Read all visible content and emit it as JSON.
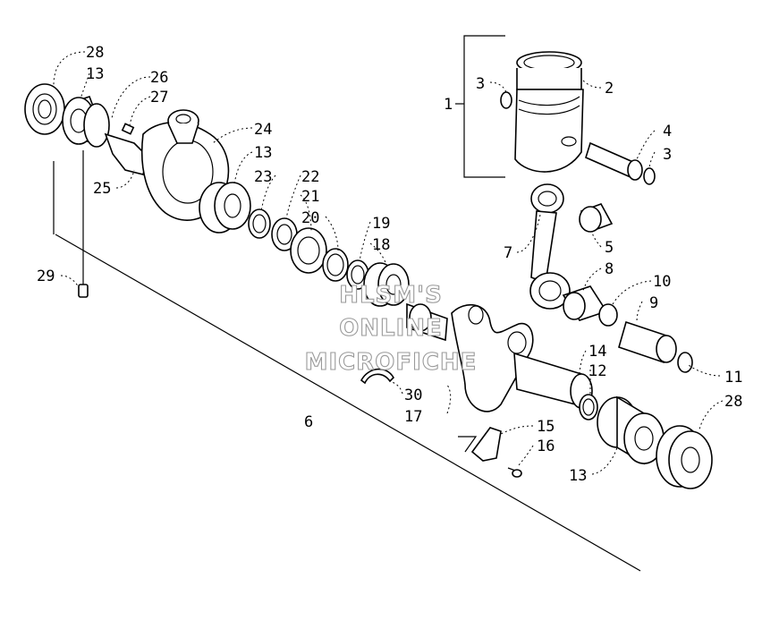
{
  "labels": {
    "p1": "1",
    "p2": "2",
    "p3a": "3",
    "p3b": "3",
    "p4": "4",
    "p5": "5",
    "p6": "6",
    "p7": "7",
    "p8": "8",
    "p9": "9",
    "p10": "10",
    "p11": "11",
    "p12": "12",
    "p13a": "13",
    "p13b": "13",
    "p13c": "13",
    "p14": "14",
    "p15": "15",
    "p16": "16",
    "p17": "17",
    "p18": "18",
    "p19": "19",
    "p20": "20",
    "p21": "21",
    "p22": "22",
    "p23": "23",
    "p24": "24",
    "p25": "25",
    "p26": "26",
    "p27": "27",
    "p28a": "28",
    "p28b": "28",
    "p29": "29",
    "p30": "30"
  },
  "watermark": {
    "line1": "HLSM'S",
    "line2": "ONLINE",
    "line3": "MICROFICHE"
  }
}
